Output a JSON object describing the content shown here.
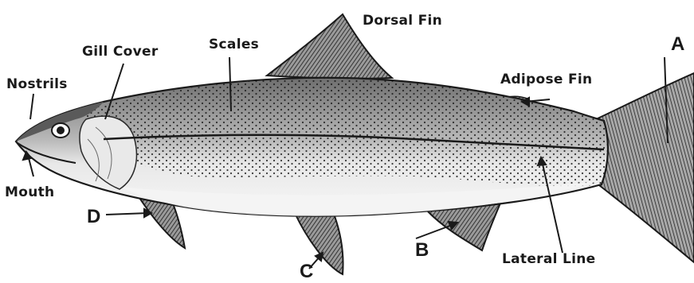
{
  "labels": {
    "dorsal_fin": "Dorsal Fin",
    "scales": "Scales",
    "gill_cover": "Gill Cover",
    "nostrils": "Nostrils",
    "mouth": "Mouth",
    "adipose_fin": "Adipose Fin",
    "lateral_line": "Lateral Line",
    "a": "A",
    "b": "B",
    "c": "C",
    "d": "D"
  },
  "colors": {
    "ink": "#1a1a1a",
    "body_shade": "#8a8a8a",
    "belly": "#f4f4f4",
    "fin_fill": "#5a5a5a"
  }
}
